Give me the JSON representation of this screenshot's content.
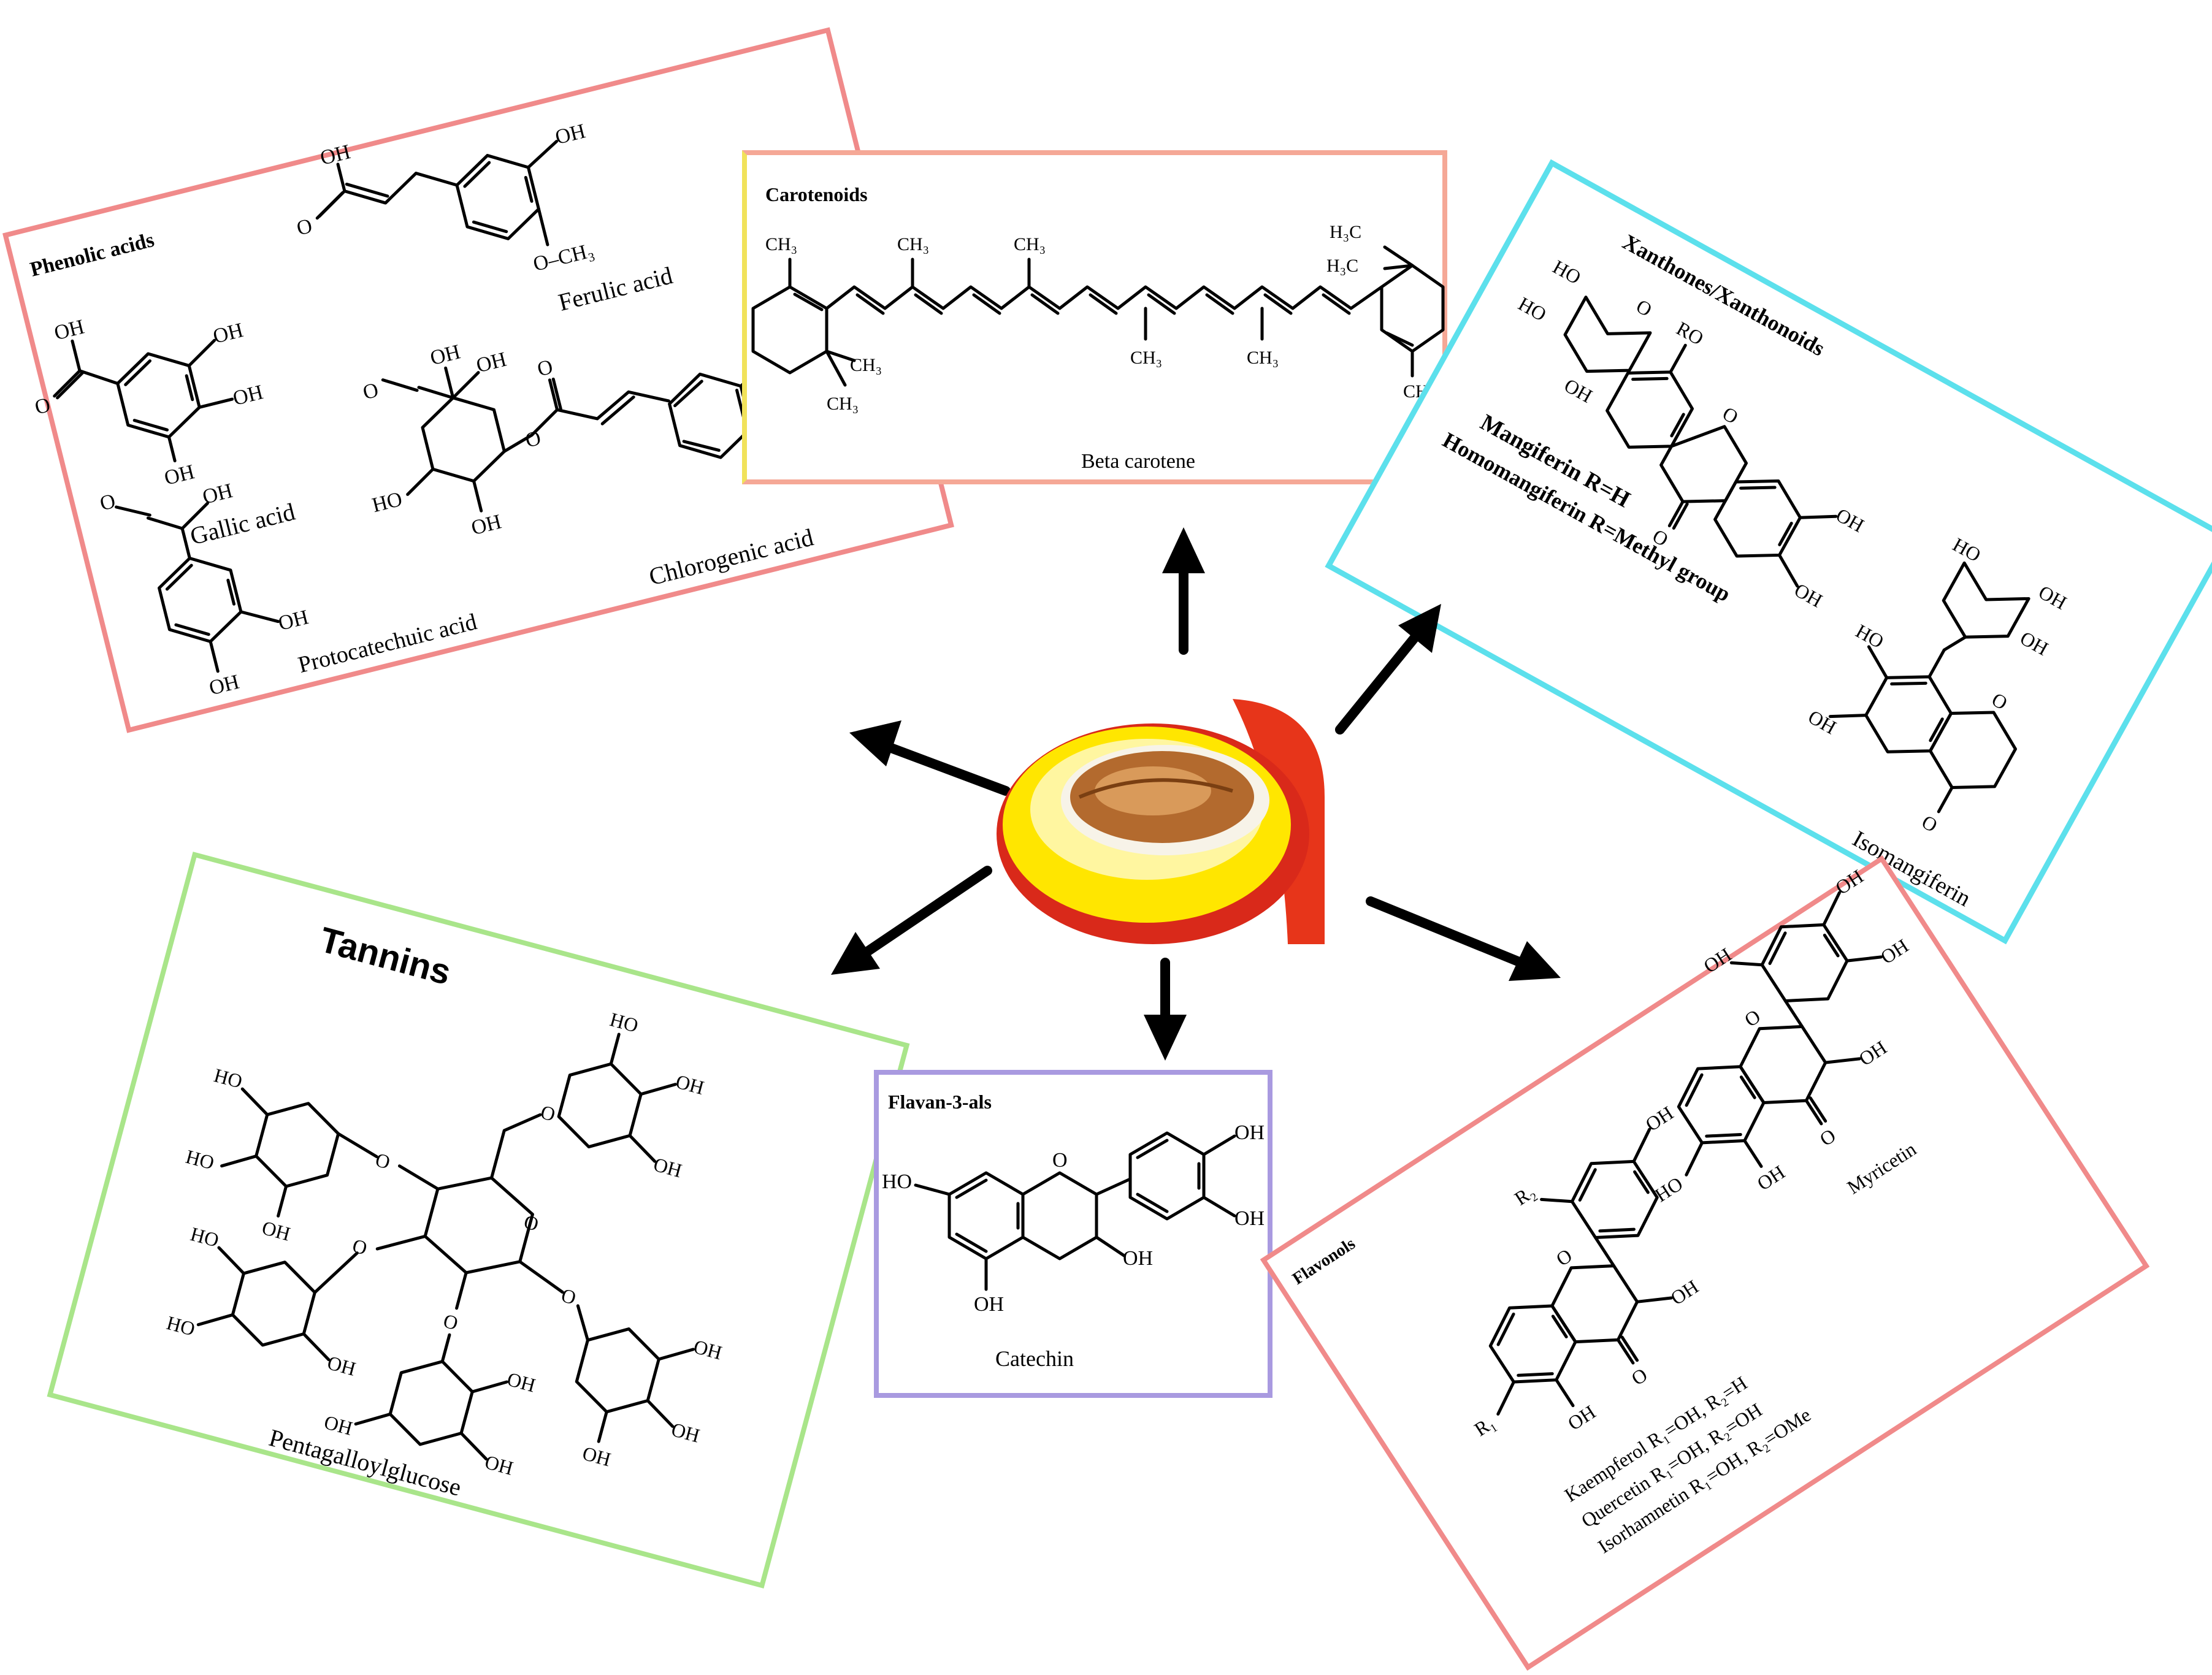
{
  "center": {
    "image": "mango-fruit-cross-section",
    "colors": {
      "flesh": "#ffe600",
      "skin": "#e23a1a",
      "seed": "#b36a2e"
    }
  },
  "cards": {
    "phenolic": {
      "title": "Phenolic acids",
      "border": "#f08a8a",
      "compounds": [
        "Gallic acid",
        "Ferulic acid",
        "Protocatechuic acid",
        "Chlorogenic acid"
      ],
      "atoms": {
        "oh": "OH",
        "och3": "O–CH₃",
        "o": "O",
        "ho": "HO"
      }
    },
    "carotenoids": {
      "title": "Carotenoids",
      "border": "#f5a896",
      "compound": "Beta carotene",
      "atoms": {
        "ch3": "CH₃",
        "h3c": "H₃C"
      }
    },
    "xanthones": {
      "title": "Xanthones/Xanthonoids",
      "border": "#5ce0ec",
      "line1": "Mangiferin  R=H",
      "line2": "Homomangiferin R=Methyl group",
      "compound": "Isomangiferin",
      "atoms": {
        "oh": "OH",
        "ho": "HO",
        "o": "O",
        "ro": "RO"
      }
    },
    "tannins": {
      "title": "Tannins",
      "border": "#a9e58a",
      "compound": "Pentagalloylglucose",
      "atoms": {
        "oh": "OH",
        "ho": "HO",
        "o": "O"
      }
    },
    "flavan": {
      "title": "Flavan-3-als",
      "border": "#a99ae0",
      "compound": "Catechin",
      "atoms": {
        "oh": "OH",
        "ho": "HO",
        "o": "O"
      }
    },
    "flavonols": {
      "title": "Flavonols",
      "border": "#f08a8a",
      "myricetin": "Myricetin",
      "kaempferol": "Kaempferol  R₁=OH, R₂=H",
      "quercetin": "Quercetin    R₁=OH, R₂=OH",
      "isorhamnetin": "Isorhamnetin R₁=OH, R₂=OMe",
      "atoms": {
        "oh": "OH",
        "ho": "HO",
        "o": "O",
        "r1": "R₁",
        "r2": "R₂"
      }
    }
  }
}
